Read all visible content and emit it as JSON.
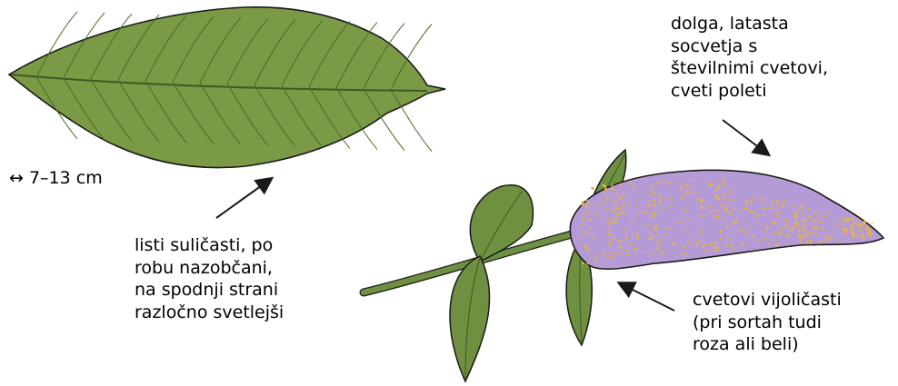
{
  "size_label": "↔ 7–13 cm",
  "labels": {
    "inflorescence": [
      "dolga, latasta",
      "socvetja s",
      "številnimi cvetovi,",
      "cveti poleti"
    ],
    "leaves": [
      "listi suličasti, po",
      "robu nazobčani,",
      "na spodnji strani",
      "razločno svetlejši"
    ],
    "flowers": [
      "cvetovi vijoličasti",
      "(pri sortah tudi",
      "roza ali beli)"
    ]
  },
  "colors": {
    "leaf": "#7a9a45",
    "leaf_vein": "#4a6a2a",
    "stem": "#6e9040",
    "flower": "#b59bd6",
    "flower_dot": "#e3b24a",
    "outline": "#1a1a1a"
  }
}
